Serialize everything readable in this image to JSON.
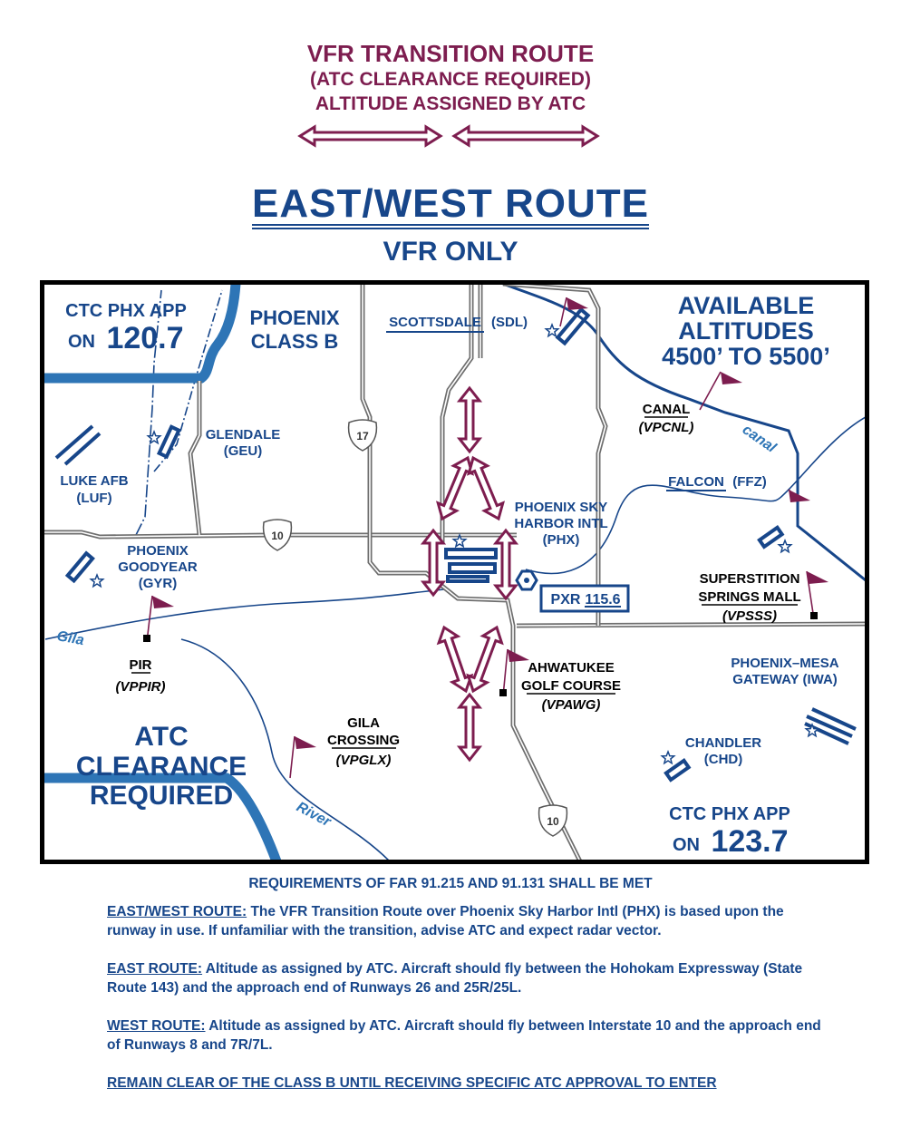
{
  "header": {
    "line1": "VFR TRANSITION ROUTE",
    "line2": "(ATC CLEARANCE REQUIRED)",
    "line3": "ALTITUDE ASSIGNED BY ATC"
  },
  "title": "EAST/WEST ROUTE",
  "subtitle": "VFR ONLY",
  "map": {
    "ctc_west": {
      "line1": "CTC PHX APP",
      "on": "ON",
      "freq": "120.7"
    },
    "ctc_east": {
      "line1": "CTC PHX APP",
      "on": "ON",
      "freq": "123.7"
    },
    "class_b": [
      "PHOENIX",
      "CLASS B"
    ],
    "altitudes": [
      "AVAILABLE",
      "ALTITUDES",
      "4500’ TO 5500’"
    ],
    "atc_clearance": [
      "ATC",
      "CLEARANCE",
      "REQUIRED"
    ],
    "airports": {
      "scottsdale": {
        "name": "SCOTTSDALE",
        "id": "(SDL)"
      },
      "glendale": {
        "name": "GLENDALE",
        "id": "(GEU)"
      },
      "luke": {
        "name": "LUKE AFB",
        "id": "(LUF)"
      },
      "goodyear": {
        "line1": "PHOENIX",
        "line2": "GOODYEAR",
        "id": "(GYR)"
      },
      "sky_harbor": {
        "line1": "PHOENIX SKY",
        "line2": "HARBOR INTL",
        "id": "(PHX)"
      },
      "falcon": {
        "name": "FALCON",
        "id": "(FFZ)"
      },
      "mesa": {
        "line1": "PHOENIX–MESA",
        "line2": "GATEWAY (IWA)"
      },
      "chandler": {
        "name": "CHANDLER",
        "id": "(CHD)"
      }
    },
    "vor": {
      "id": "PXR",
      "freq": "115.6"
    },
    "checkpoints": {
      "canal": {
        "name": "CANAL",
        "id": "(VPCNL)"
      },
      "superstition": {
        "line1": "SUPERSTITION",
        "line2": "SPRINGS MALL",
        "id": "(VPSSS)"
      },
      "pir": {
        "name": "PIR",
        "id": "(VPPIR)"
      },
      "ahwatukee": {
        "line1": "AHWATUKEE",
        "line2": "GOLF COURSE",
        "id": "(VPAWG)"
      },
      "gila_crossing": {
        "line1": "GILA",
        "line2": "CROSSING",
        "id": "(VPGLX)"
      }
    },
    "water": {
      "gila": "Gila",
      "river": "River",
      "canal": "canal"
    },
    "shields": {
      "i17": "17",
      "i10_west": "10",
      "i10_south": "10"
    }
  },
  "requirements": "REQUIREMENTS OF FAR 91.215 AND 91.131 SHALL BE MET",
  "notes": [
    {
      "label": "EAST/WEST ROUTE:",
      "text": " The VFR Transition Route over Phoenix Sky Harbor Intl (PHX) is based upon the runway in use.  If unfamiliar with the transition, advise ATC and expect radar vector."
    },
    {
      "label": "EAST ROUTE:",
      "text": " Altitude as assigned by ATC.  Aircraft should fly between the Hohokam Expressway (State Route 143) and the approach end of Runways 26 and 25R/25L."
    },
    {
      "label": "WEST ROUTE:",
      "text": " Altitude as assigned by ATC.  Aircraft should fly between Interstate 10 and the approach end of Runways 8 and 7R/7L."
    },
    {
      "label": "REMAIN CLEAR OF THE CLASS B UNTIL RECEIVING SPECIFIC ATC APPROVAL TO ENTER",
      "text": ""
    }
  ],
  "colors": {
    "blue": "#17468a",
    "maroon": "#7d1d4f",
    "water": "#2e75b6",
    "road": "#6e6e6e"
  }
}
